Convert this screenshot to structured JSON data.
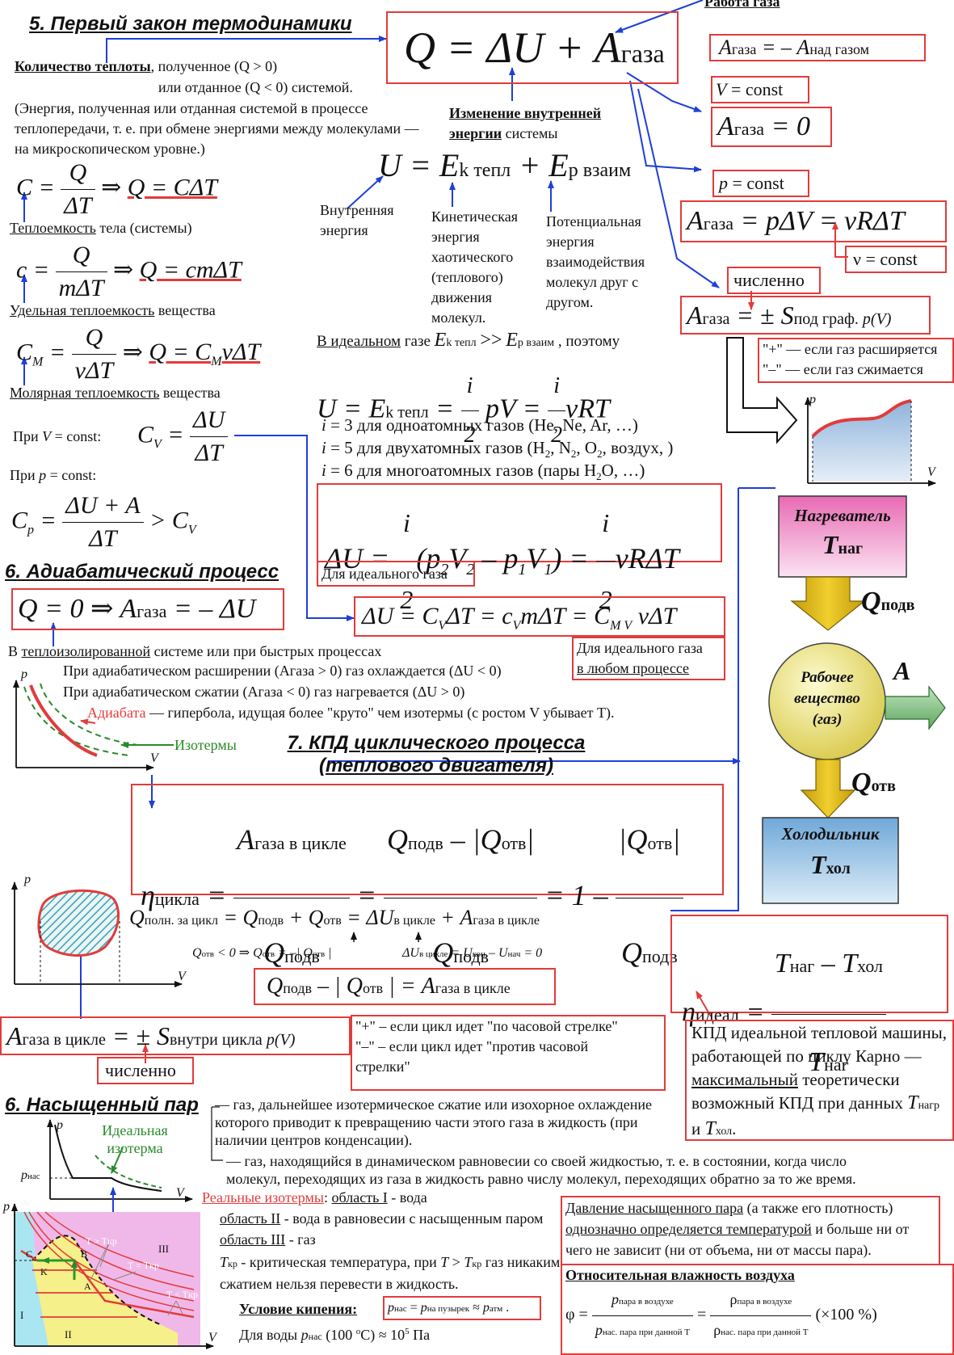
{
  "s5": {
    "title": "5. Первый закон термодинамики",
    "q_def_label": "Количество теплоты",
    "q_def_1": ", полученное (Q > 0)",
    "q_def_2": "или  отданное (Q < 0) системой.",
    "q_def_3": "(Энергия, полученная или отданная системой в процессе теплопередачи, т. е. при обмене энергиями между молекулами — на микроскопическом уровне.)",
    "main_formula": "Q = ΔU + Aгаза",
    "work_label": "Работа газа",
    "work_rel": "Aгаза = – Aнад газом",
    "v_const": "V = const",
    "a_zero": "Aгаза = 0",
    "p_const": "p = const",
    "a_p": "Aгаза = pΔV = νRΔT",
    "nu_const": "ν = const",
    "numerically": "численно",
    "a_area": "Aгаза = ± Sпод граф. p(V)",
    "plus_expand": "\"+\" — если газ расширяется",
    "minus_compress": "\"–\" — если газ сжимается",
    "du_label_1": "Изменение внутренней",
    "du_label_2": "энергии",
    "du_label_3": " системы",
    "u_formula": "U = Ek тепл + Ep взаим",
    "u_internal": "Внутренняя энергия",
    "ek_desc": "Кинетическая энергия хаотического (теплового) движения молекул.",
    "ep_desc": "Потенциальная энергия взаимодействия молекул друг с другом.",
    "ideal_gas_note": "В идеальном газе Ek тепл >> Ep взаим , поэтому",
    "u_ideal": "U = Ek тепл = i/2 pV = i/2 νRT",
    "i3": "i = 3 для одноатомных газов (He, Ne, Ar, …)",
    "i5": "i = 5 для двухатомных газов (H2, N2, O2, воздух, )",
    "i6": "i = 6 для многоатомных газов (пары H2O, …)",
    "du_ideal": "ΔU = i/2 (p2V2 – p1V1) = i/2 νRΔT",
    "du_ideal_caption": "Для идеального газа",
    "du_any": "ΔU = CVΔT = cVmΔT = CM V νΔT",
    "du_any_caption_1": "Для идеального газа",
    "du_any_caption_2": "в любом процессе",
    "heat_cap": "Теплоемкость тела (системы)",
    "heat_cap_word": "Теплоемкость",
    "heat_cap_rest": " тела (системы)",
    "spec_heat_word": "Удельная теплоемкость",
    "spec_heat_rest": " вещества",
    "molar_heat_word": "Молярная теплоемкость",
    "molar_heat_rest": " вещества",
    "cv_label": "При V = const:",
    "cp_label": "При p = const:"
  },
  "s6": {
    "title": "6. Адиабатический процесс",
    "formula": "Q = 0 ⇒ Aгаза = – ΔU",
    "line1_pre": "В ",
    "line1_word": "теплоизолированной",
    "line1_post": " системе или при быстрых процессах",
    "line2": "При адиабатическом расширении (Aгаза > 0) газ охлаждается (ΔU < 0)",
    "line3": "При адиабатическом сжатии (Aгаза < 0) газ нагревается (ΔU > 0)",
    "line4_red": "Адиабата",
    "line4_rest": " — гипербола, идущая более \"круто\" чем изотермы (с ростом V убывает T).",
    "isotherms": "Изотермы"
  },
  "s7": {
    "title_1": "7. КПД циклического процесса",
    "title_2": "(теплового двигателя)",
    "eta_formula": "ηцикла = Aгаза в цикле / Qподв = (Qподв – |Qотв|) / Qподв = 1 – |Qотв| / Qподв",
    "q_full": "Qполн. за цикл = Qподв + Qотв = ΔUв цикле + Aгаза в цикле",
    "q_neg": "Qотв < 0 ⇒ Qотв = –|Qотв|",
    "du_cycle": "ΔUв цикле = Uкон – Uнач = 0",
    "balance": "Qподв – |Qотв| = Aгаза в цикле",
    "a_cycle": "Aгаза в цикле = ± Sвнутри цикла p(V)",
    "numerically": "численно",
    "plus_cw": "\"+\" – если цикл идет \"по часовой стрелке\"",
    "minus_ccw": "\"–\" – если цикл идет \"против часовой стрелки\"",
    "heater": "Нагреватель",
    "t_heater": "Tнаг",
    "q_in": "Qподв",
    "working_body": "Рабочее вещество (газ)",
    "a_out": "A",
    "q_out": "Qотв",
    "cooler": "Холодильник",
    "t_cooler": "Tхол",
    "eta_ideal": "ηидеал = (Tнаг – Tхол) / Tнаг",
    "carnot_1": "КПД идеальной тепловой машины, работающей по циклу Карно — ",
    "carnot_max": "максимальный",
    "carnot_2": " теоретически возможный КПД при данных Tнагр и Tхол."
  },
  "s8": {
    "title": "6. Насыщенный пар",
    "def1": "— газ, дальнейшее изотермическое сжатие или изохорное охлаждение которого приводит к превращению части этого газа в жидкость (при наличии центров конденсации).",
    "def2": "— газ, находящийся в динамическом равновесии со своей жидкостью, т. е. в состоянии, когда число молекул, переходящих из газа в жидкость равно числу молекул, переходящих обратно за то же время.",
    "ideal_isotherm": "Идеальная изотерма",
    "p_sat": "pнас",
    "real_isotherms": "Реальные изотермы",
    "region1": "область I",
    "region1_text": " - вода",
    "region2": "область II",
    "region2_text": " - вода в равновесии с насыщенным паром",
    "region3": "область III",
    "region3_text": "  - газ",
    "t_crit": "Tкр - критическая температура, при T > Tкр газ никаким сжатием нельзя перевести в жидкость.",
    "boil_label": "Условие кипения:",
    "boil_formula": "pнас = pна пузырек ≈ pатм",
    "water_boil": "Для воды pнас (100 °C) ≈ 10⁵ Па",
    "sat_pressure_note": "Давление насыщенного пара (а также его плотность) однозначно определяется температурой и больше ни от чего не зависит (ни от объема, ни от массы пара).",
    "humidity_title": "Относительная влажность воздуха",
    "humidity_formula": "φ = pпара в воздухе / pнас. пара при данной T = ρпара в воздухе / ρнас. пара при данной T (×100 %)"
  }
}
